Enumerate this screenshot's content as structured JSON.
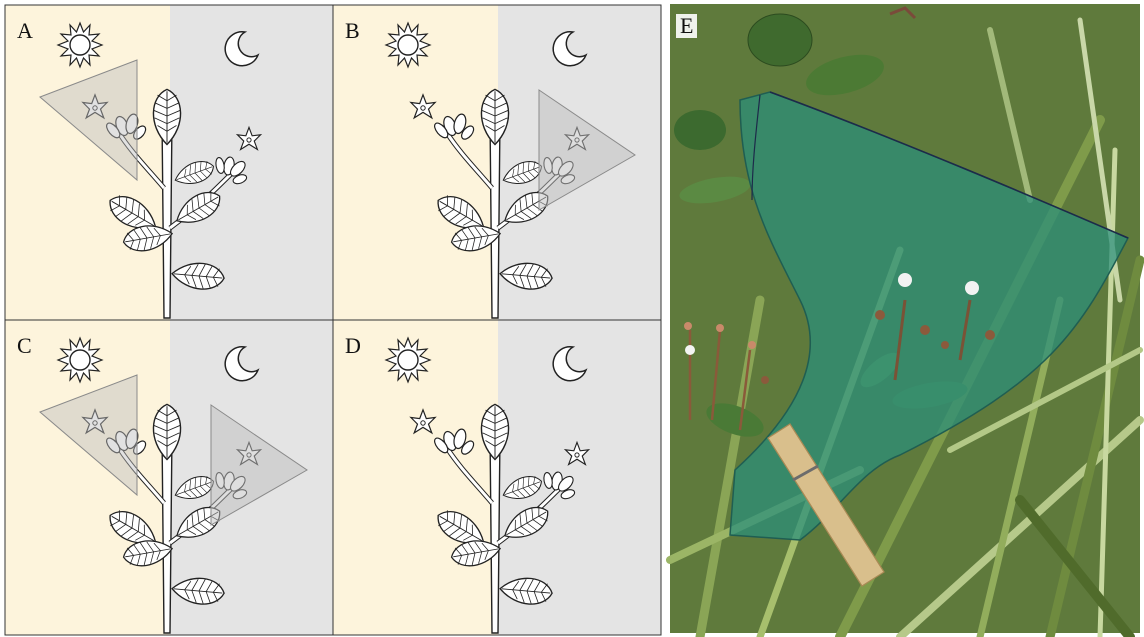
{
  "panels": [
    {
      "letter": "A",
      "bag_day": true,
      "bag_night": false
    },
    {
      "letter": "B",
      "bag_day": false,
      "bag_night": true
    },
    {
      "letter": "C",
      "bag_day": true,
      "bag_night": true
    },
    {
      "letter": "D",
      "bag_day": false,
      "bag_night": false
    }
  ],
  "photo": {
    "letter": "E"
  },
  "colors": {
    "day_background": "#fdf4dc",
    "night_background": "#e4e4e4",
    "exclusion_bag": "#bdbdbd",
    "mesh_bag": "#2a8f7c",
    "clothespin": "#d9bf8c",
    "grass": "#6e8a45"
  },
  "icons": {
    "day": "sun-icon",
    "night": "moon-icon"
  }
}
